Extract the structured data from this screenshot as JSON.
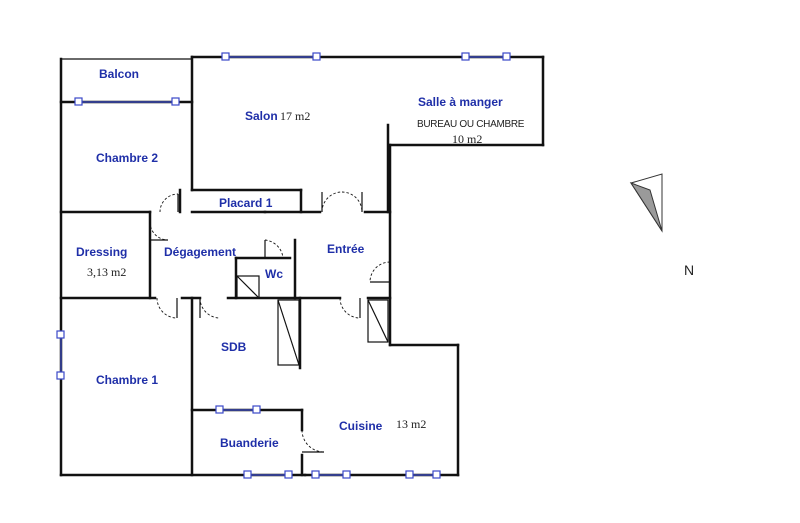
{
  "rooms": {
    "balcon": "Balcon",
    "salon": "Salon",
    "salon_area": "17 m2",
    "salle_a_manger": "Salle à manger",
    "bureau": "BUREAU OU CHAMBRE",
    "bureau_area": "10 m2",
    "chambre2": "Chambre 2",
    "placard": "Placard 1",
    "dressing": "Dressing",
    "dressing_area": "3,13 m2",
    "degagement": "Dégagement",
    "wc": "Wc",
    "entree": "Entrée",
    "sdb": "SDB",
    "chambre1": "Chambre 1",
    "buanderie": "Buanderie",
    "cuisine": "Cuisine",
    "cuisine_area": "13 m2"
  },
  "north_label": "N",
  "colors": {
    "label": "#1f2fa8",
    "wall": "#111111",
    "window": "#3a48c8",
    "compass_fill": "#9a9a9a"
  }
}
